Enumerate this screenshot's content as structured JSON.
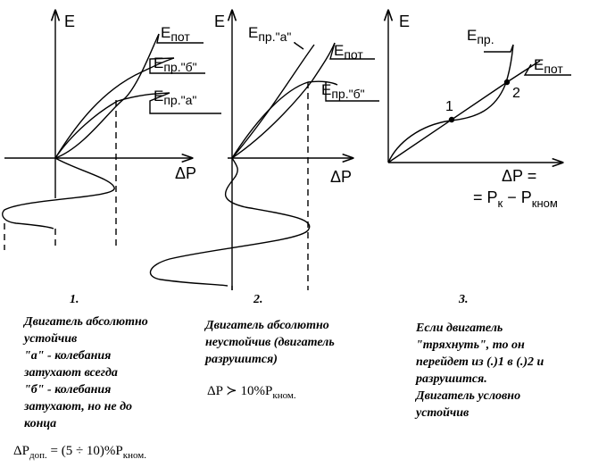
{
  "colors": {
    "ink": "#000000",
    "background": "#ffffff"
  },
  "panel1": {
    "axis_y": "E",
    "axis_x": "ΔP",
    "label_pot": "E",
    "label_pot_sub": "пот",
    "label_b": "E",
    "label_b_sub": "пр.\"б\"",
    "label_a": "E",
    "label_a_sub": "пр.\"а\"",
    "number": "1.",
    "caption": "Двигатель абсолютно\nустойчив\n\"а\" - колебания\nзатухают всегда\n\"б\" - колебания\nзатухают, но не до\nконца",
    "formula_lhs": "ΔP",
    "formula_lhs_sub": "доп.",
    "formula_rhs": " = (5 ÷ 10)%P",
    "formula_rhs_sub": "кном."
  },
  "panel2": {
    "axis_y": "E",
    "axis_x": "ΔP",
    "label_a": "E",
    "label_a_sub": "пр.\"а\"",
    "label_pot": "E",
    "label_pot_sub": "пот",
    "label_b": "E",
    "label_b_sub": "пр.\"б\"",
    "number": "2.",
    "caption": "Двигатель абсолютно\nнеустойчив (двигатель\nразрушится)",
    "formula_lhs": "ΔP ≻ 10%P",
    "formula_lhs_sub": "кном."
  },
  "panel3": {
    "axis_y": "E",
    "axis_x": "ΔP =",
    "label_pr": "E",
    "label_pr_sub": "пр.",
    "label_pot": "E",
    "label_pot_sub": "пот",
    "point1": "1",
    "point2": "2",
    "formula_line2_a": "= P",
    "formula_line2_a_sub": "к",
    "formula_line2_b": " − P",
    "formula_line2_b_sub": "кном",
    "number": "3.",
    "caption": "Если двигатель\n\"тряхнуть\", то он\nперейдет из (.)1 в (.)2 и\nразрушится.\nДвигатель условно\nустойчив"
  }
}
